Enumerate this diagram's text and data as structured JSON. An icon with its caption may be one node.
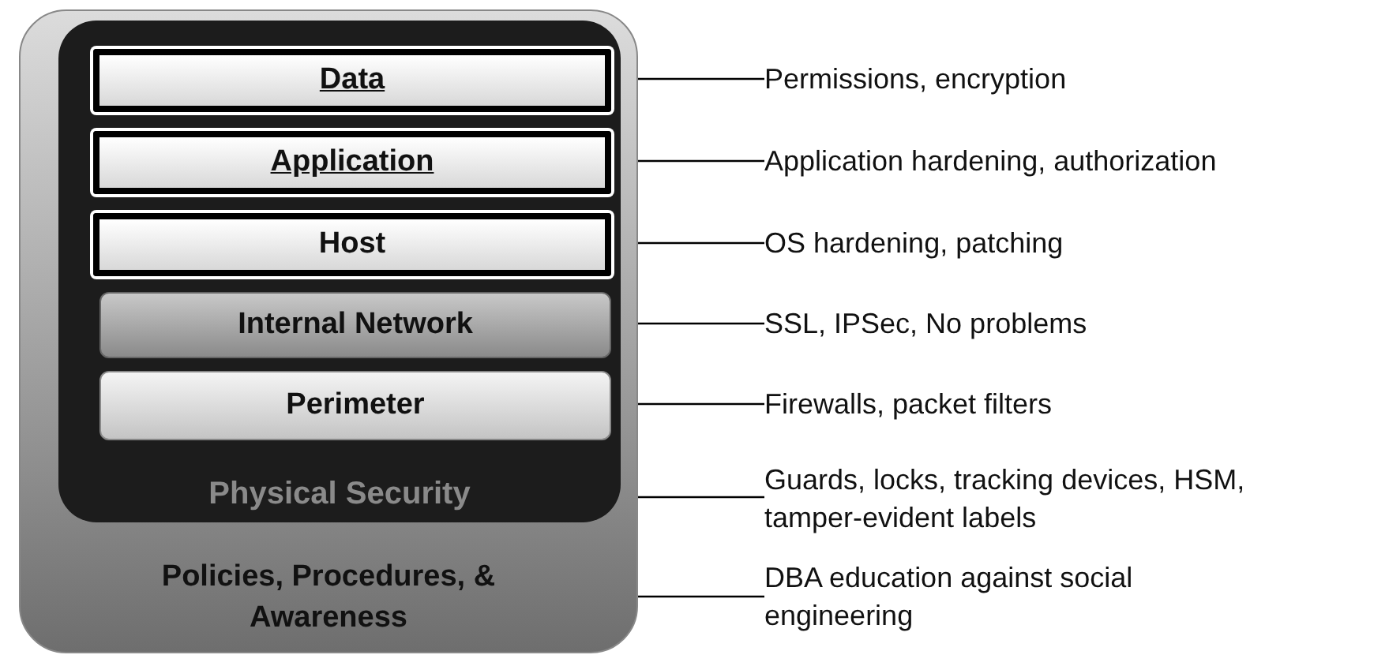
{
  "diagram": {
    "nodes": [
      {
        "text": [
          "Policies, Procedures, & Awareness"
        ]
      },
      {
        "text": [
          "Physical Security"
        ],
        "in": 0
      },
      {
        "text": [
          "Data"
        ],
        "in": 1
      },
      {
        "text": [
          "Application"
        ],
        "in": 1
      },
      {
        "text": [
          "Host"
        ],
        "in": 1
      },
      {
        "text": [
          "Internal Network"
        ],
        "in": 1
      },
      {
        "text": [
          "Perimeter"
        ],
        "in": 1
      },
      {
        "text": [
          "Permissions, encryption"
        ]
      },
      {
        "text": [
          "Application hardening, authorization"
        ]
      },
      {
        "text": [
          "OS hardening, patching"
        ]
      },
      {
        "text": [
          "SSL, IPSec, No problems"
        ]
      },
      {
        "text": [
          "Firewalls, packet filters"
        ]
      },
      {
        "text": [
          "Guards, locks, tracking devices, HSM, tamper-evident labels"
        ]
      },
      {
        "text": [
          "DBA education against social engineering"
        ]
      }
    ],
    "edges": [
      {
        "from": 7,
        "to": 2,
        "arrow": "none"
      },
      {
        "from": 8,
        "to": 3,
        "arrow": "none"
      },
      {
        "from": 9,
        "to": 4,
        "arrow": "none"
      },
      {
        "from": 10,
        "to": 5,
        "arrow": "none"
      },
      {
        "from": 11,
        "to": 6,
        "arrow": "none"
      },
      {
        "from": 12,
        "to": 1,
        "arrow": "none"
      },
      {
        "from": 13,
        "to": 0,
        "arrow": "none"
      }
    ]
  }
}
